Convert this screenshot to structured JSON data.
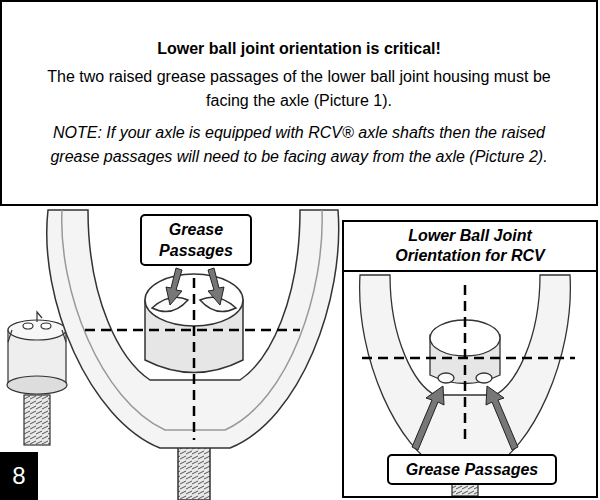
{
  "diagram": {
    "nodes": [
      {
        "text": [
          "Lower ball joint orientation is critical!",
          "The two raised grease passages of the lower ball joint housing must be facing the axle (Picture 1).",
          "NOTE: If your axle is equipped with RCV® axle shafts then the raised grease passages will need to be facing away from the axle (Picture 2)."
        ]
      },
      {
        "text": [
          "Grease Passages"
        ]
      },
      {
        "text": [
          "Lower Ball Joint Orientation for RCV"
        ]
      },
      {
        "text": [
          "Grease Passages"
        ],
        "in": 2
      },
      {
        "text": [
          "8"
        ]
      }
    ]
  }
}
